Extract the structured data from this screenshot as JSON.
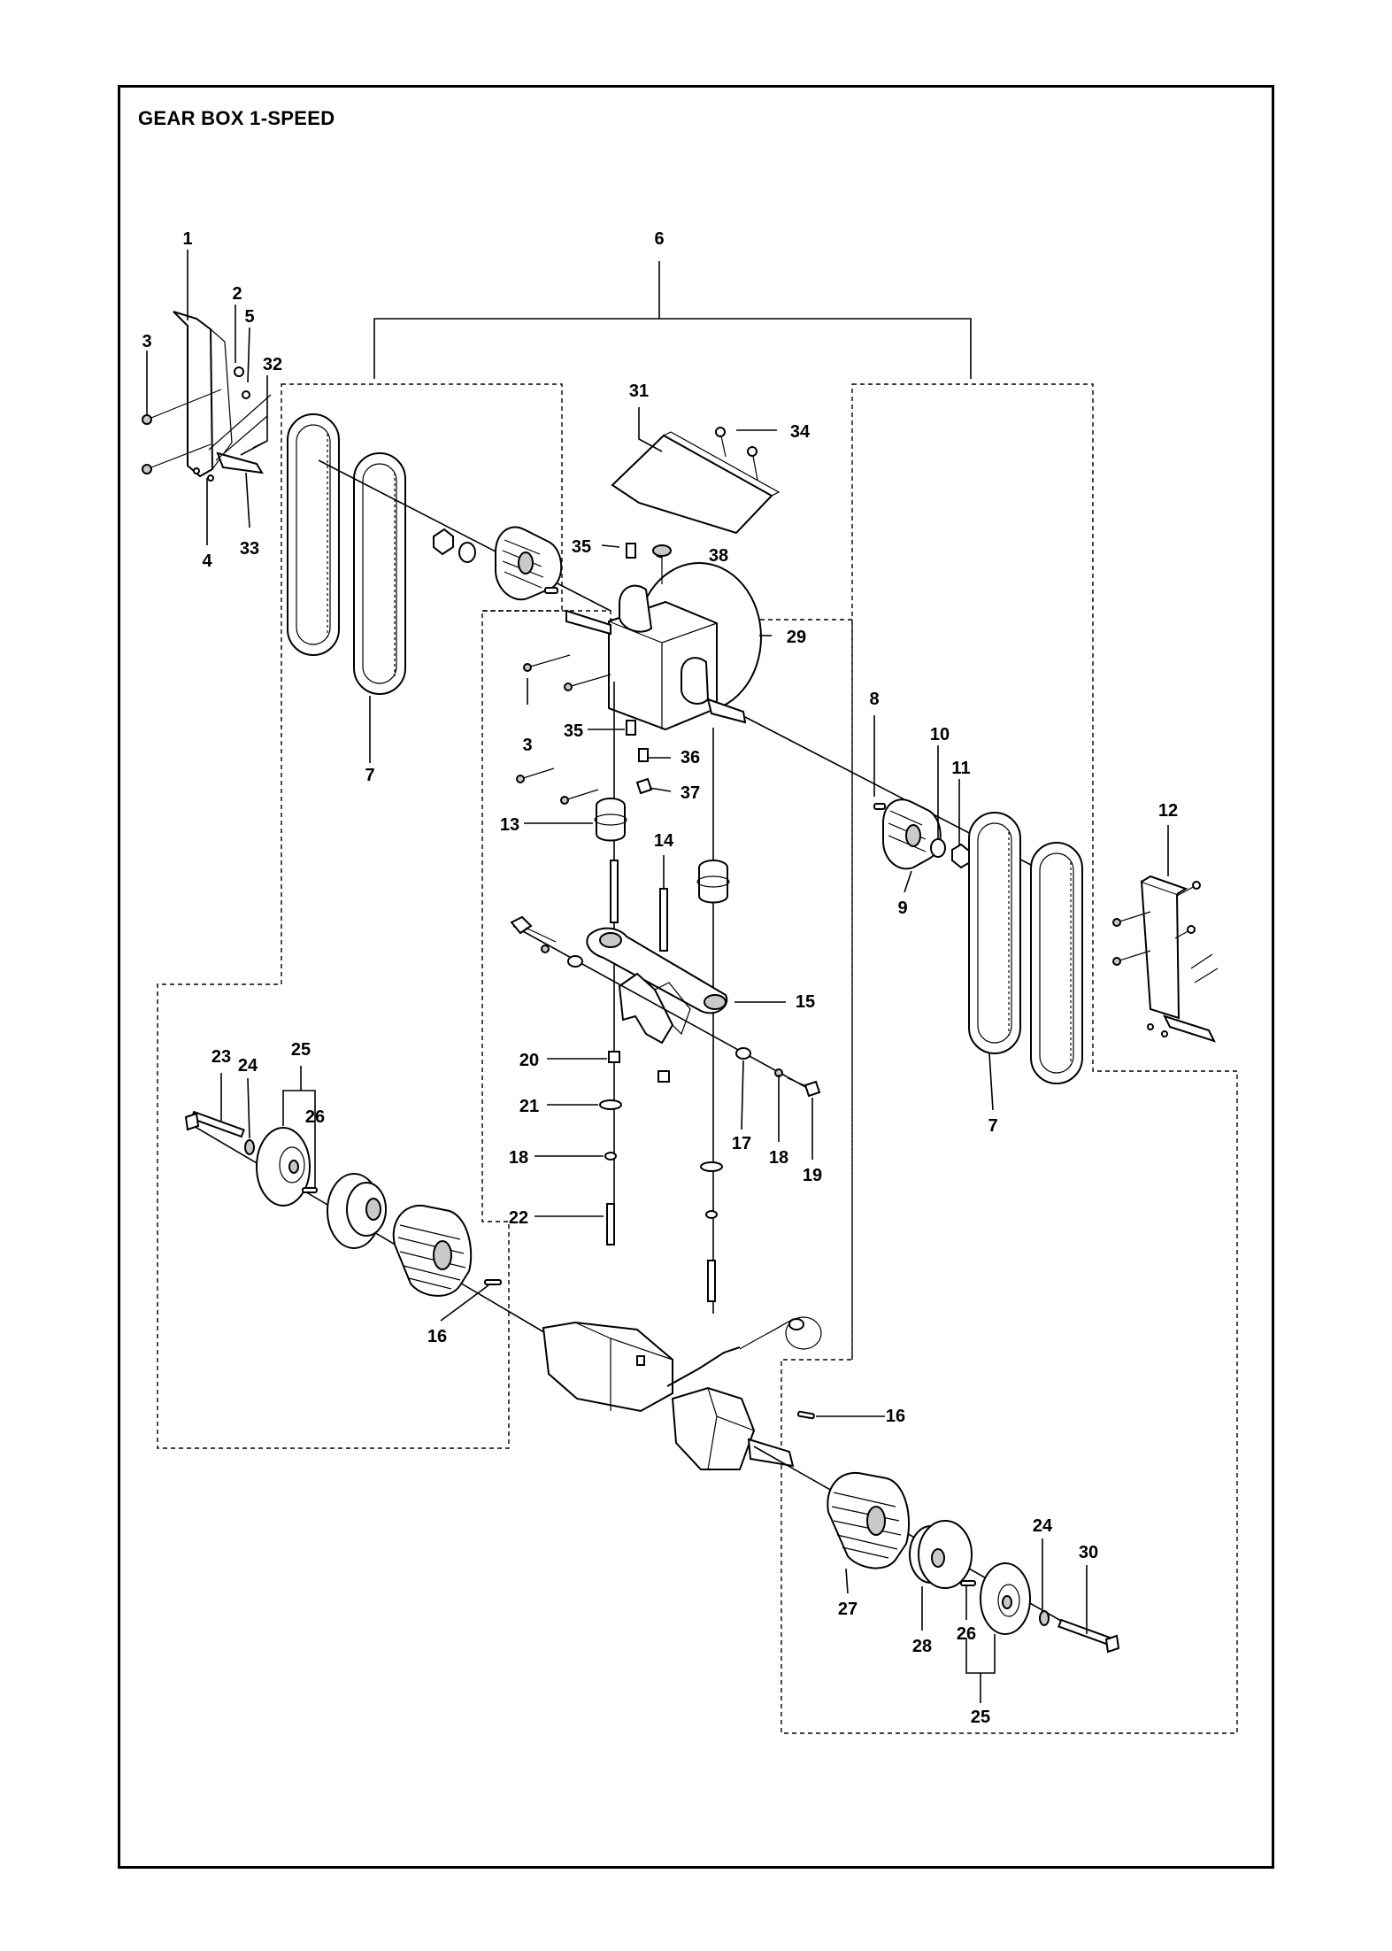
{
  "title": "GEAR BOX 1-SPEED",
  "callouts": {
    "c1": "1",
    "c2": "2",
    "c3a": "3",
    "c5": "5",
    "c32": "32",
    "c4": "4",
    "c33": "33",
    "c6": "6",
    "c31": "31",
    "c34": "34",
    "c35a": "35",
    "c38": "38",
    "c29": "29",
    "c3b": "3",
    "c35b": "35",
    "c36": "36",
    "c37": "37",
    "c13": "13",
    "c14": "14",
    "c7a": "7",
    "c8": "8",
    "c10": "10",
    "c11": "11",
    "c9": "9",
    "c12": "12",
    "c15": "15",
    "c20": "20",
    "c21": "21",
    "c17": "17",
    "c18a": "18",
    "c19": "19",
    "c18b": "18",
    "c22": "22",
    "c7b": "7",
    "c23": "23",
    "c24a": "24",
    "c25a": "25",
    "c26a": "26",
    "c16a": "16",
    "c16b": "16",
    "c27": "27",
    "c28": "28",
    "c24b": "24",
    "c30": "30",
    "c26b": "26",
    "c25b": "25"
  }
}
